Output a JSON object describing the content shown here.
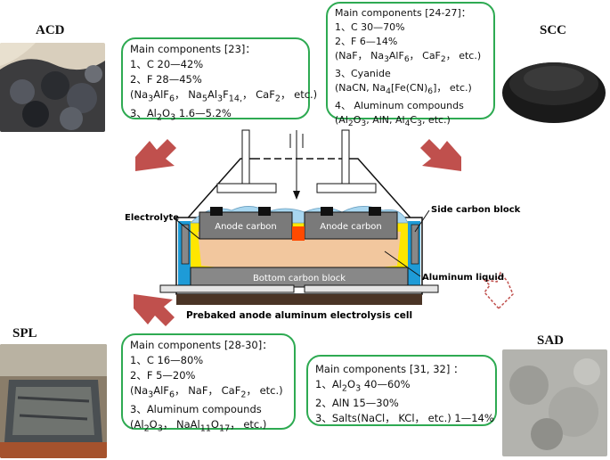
{
  "labels": {
    "acd": "ACD",
    "scc": "SCC",
    "spl": "SPL",
    "sad": "SAD"
  },
  "acd_box": {
    "heading": "Main components [23]：",
    "l1": "1、C 20—42%",
    "l2": "2、F 28—45%",
    "l3a": "(Na",
    "l3b": "AlF",
    "l3c": "， Na",
    "l3d": "Al",
    "l3e": "F",
    "l3f": "， CaF",
    "l3g": "， etc.)",
    "s1": "3",
    "s2": "6",
    "s3": "5",
    "s4": "3",
    "s5": "14,",
    "s6": "2",
    "l4a": "3、Al",
    "l4b": "O",
    "l4c": " 1.6—5.2%",
    "s7": "2",
    "s8": "3"
  },
  "scc_box": {
    "heading": "Main components [24-27]：",
    "l1": "1、C 30—70%",
    "l2": "2、F 6—14%",
    "l3a": "(NaF， Na",
    "l3b": "AlF",
    "l3c": "， CaF",
    "l3d": "， etc.)",
    "s1": "3",
    "s2": "6",
    "s3": "2",
    "l4": "3、Cyanide",
    "l5a": "(NaCN, Na",
    "l5b": "[Fe(CN)",
    "l5c": "]， etc.)",
    "s4": "4",
    "s5": "6",
    "l6": "4、 Aluminum compounds",
    "l7a": "(Al",
    "l7b": "O",
    "l7c": ", AlN, Al",
    "l7d": "C",
    "l7e": ", etc.)",
    "s6": "2",
    "s7": "3",
    "s8": "4",
    "s9": "3"
  },
  "spl_box": {
    "heading": "Main components [28-30]：",
    "l1": "1、C 16—80%",
    "l2": "2、F 5—20%",
    "l3a": "(Na",
    "l3b": "AlF",
    "l3c": "， NaF， CaF",
    "l3d": "， etc.)",
    "s1": "3",
    "s2": "6",
    "s3": "2",
    "l4": "3、Aluminum compounds",
    "l5a": "(Al",
    "l5b": "O",
    "l5c": "， NaAl",
    "l5d": "O",
    "l5e": "， etc.)",
    "s4": "2",
    "s5": "3",
    "s6": "11",
    "s7": "17"
  },
  "sad_box": {
    "heading": "Main components [31, 32] ：",
    "l1a": "1、Al",
    "l1b": "O",
    "l1c": " 40—60%",
    "s1": "2",
    "s2": "3",
    "l2": "2、AlN 15—30%",
    "l3": "3、Salts(NaCl， KCl， etc.) 1—14%"
  },
  "cell": {
    "anode_left": "Anode carbon",
    "anode_right": "Anode carbon",
    "bottom_block": "Bottom carbon block",
    "electrolyte": "Electrolyte",
    "side_block": "Side carbon block",
    "aluminum_liquid": "Aluminum liquid",
    "caption": "Prebaked anode aluminum electrolysis cell"
  },
  "colors": {
    "box_border": "#2eaa52",
    "arrow": "#c0504d",
    "anode": "#7a7a7a",
    "electrolyte": "#ffe600",
    "aluminum": "#f2c79e",
    "side_blue": "#1e9bd7"
  }
}
